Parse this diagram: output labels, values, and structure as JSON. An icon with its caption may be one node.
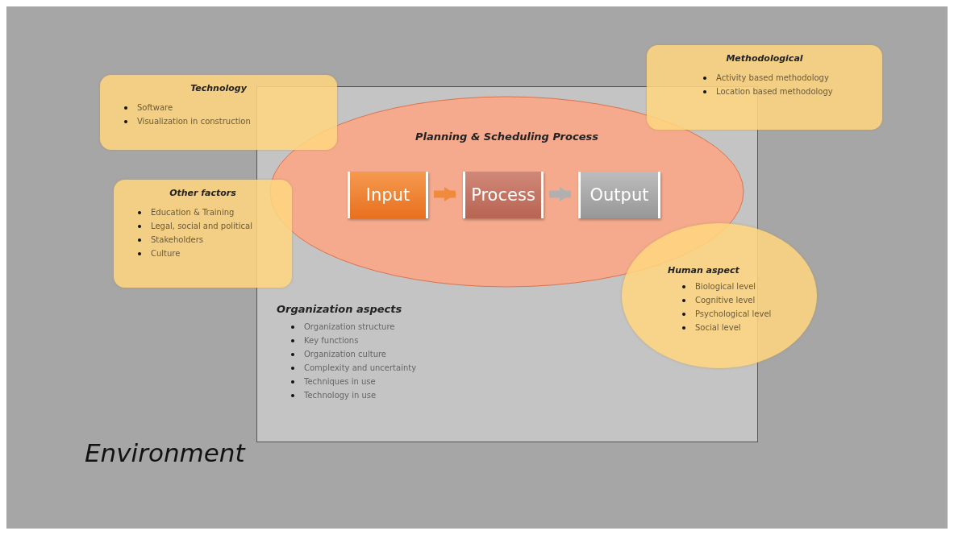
{
  "diagram": {
    "nodes": [
      {
        "text": [
          "Environment"
        ]
      },
      {
        "text": [
          "Organization aspects",
          "Organization structure",
          "Key functions",
          "Organization culture",
          "Complexity and uncertainty",
          "Techniques in use",
          "Technology in use"
        ],
        "in": 0
      },
      {
        "text": [
          "Planning & Scheduling Process"
        ],
        "in": 1
      },
      {
        "text": [
          "Input"
        ],
        "in": 2
      },
      {
        "text": [
          "Process"
        ],
        "in": 2
      },
      {
        "text": [
          "Output"
        ],
        "in": 2
      },
      {
        "text": [
          "Technology",
          "Software",
          "Visualization in construction"
        ],
        "in": 0
      },
      {
        "text": [
          "Other factors",
          "Education & Training",
          "Legal, social and political",
          "Stakeholders",
          "Culture"
        ],
        "in": 0
      },
      {
        "text": [
          "Methodological",
          "Activity based methodology",
          "Location based methodology"
        ],
        "in": 0
      },
      {
        "text": [
          "Human aspect",
          "Biological level",
          "Cognitive level",
          "Psychological level",
          "Social level"
        ],
        "in": 0
      }
    ],
    "edges": [
      {
        "from": 3,
        "to": 4,
        "arrow": "to",
        "color": "#f08a3c"
      },
      {
        "from": 4,
        "to": 5,
        "arrow": "to",
        "color": "#b0b0b0"
      }
    ]
  }
}
